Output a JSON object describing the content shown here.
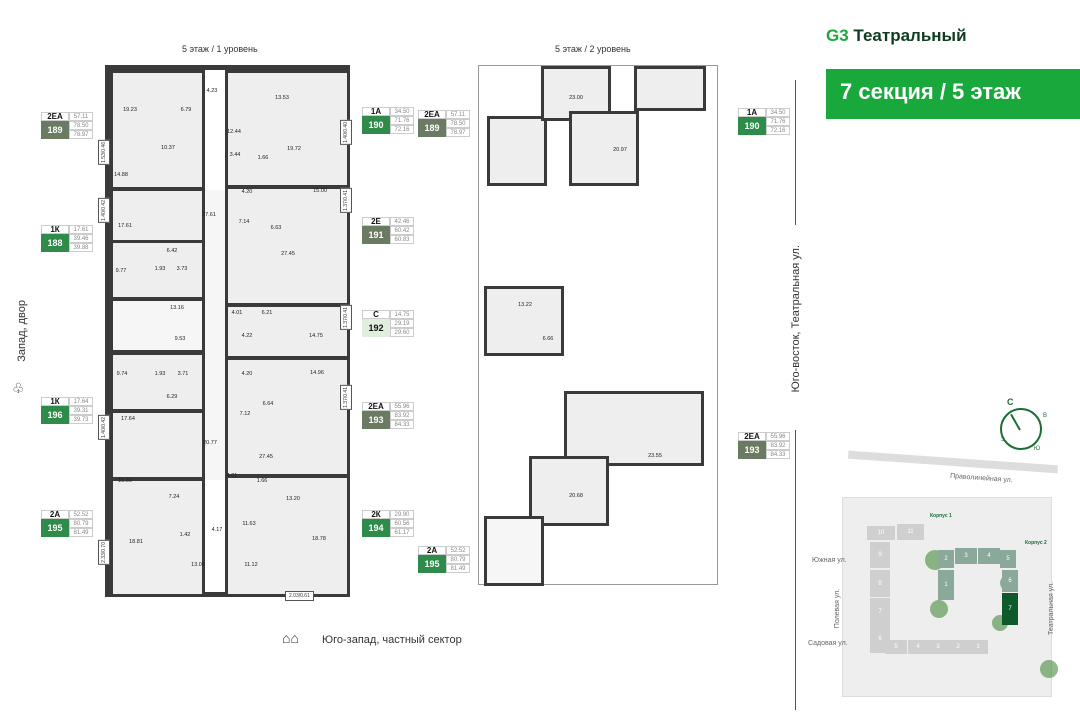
{
  "brand": {
    "logo_mark": "G3",
    "name": "Театральный"
  },
  "banner": "7 секция / 5 этаж",
  "levels": {
    "l1": "5 этаж / 1 уровень",
    "l2": "5 этаж / 2 уровень"
  },
  "orientation": {
    "west": "Запад, двор",
    "southeast": "Юго-восток, Театральная ул.",
    "southwest": "Юго-запад, частный сектор"
  },
  "compass": {
    "n": "С",
    "e": "В",
    "s": "Ю",
    "w": "З"
  },
  "apartments_left": [
    {
      "type": "2ЕА",
      "number": "189",
      "areas": [
        "57.11",
        "78.50",
        "78.97"
      ],
      "color": "olive"
    },
    {
      "type": "1К",
      "number": "188",
      "areas": [
        "17.61",
        "39.46",
        "39.88"
      ],
      "color": "green"
    },
    {
      "type": "1К",
      "number": "196",
      "areas": [
        "17.64",
        "39.31",
        "39.73"
      ],
      "color": "green"
    },
    {
      "type": "2А",
      "number": "195",
      "areas": [
        "52.52",
        "80.79",
        "81.49"
      ],
      "color": "green"
    }
  ],
  "apartments_mid": [
    {
      "type": "1А",
      "number": "190",
      "areas": [
        "34.50",
        "71.76",
        "72.16"
      ],
      "color": "green"
    },
    {
      "type": "2Е",
      "number": "191",
      "areas": [
        "42.46",
        "60.42",
        "60.83"
      ],
      "color": "olive"
    },
    {
      "type": "С",
      "number": "192",
      "areas": [
        "14.75",
        "29.19",
        "29.60"
      ],
      "color": "pale"
    },
    {
      "type": "2ЕА",
      "number": "193",
      "areas": [
        "55.96",
        "83.92",
        "84.33"
      ],
      "color": "olive"
    },
    {
      "type": "2К",
      "number": "194",
      "areas": [
        "29.90",
        "60.56",
        "61.17"
      ],
      "color": "green"
    }
  ],
  "apartments_l2": [
    {
      "type": "2ЕА",
      "number": "189",
      "areas": [
        "57.11",
        "78.50",
        "78.97"
      ],
      "color": "olive"
    },
    {
      "type": "2А",
      "number": "195",
      "areas": [
        "52.52",
        "80.79",
        "81.49"
      ],
      "color": "green"
    }
  ],
  "apartments_right": [
    {
      "type": "1А",
      "number": "190",
      "areas": [
        "34.50",
        "71.76",
        "72.16"
      ],
      "color": "green"
    },
    {
      "type": "2ЕА",
      "number": "193",
      "areas": [
        "55.96",
        "83.92",
        "84.33"
      ],
      "color": "olive"
    }
  ],
  "rooms_l1": [
    "19.23",
    "6.79",
    "4.23",
    "13.53",
    "10.37",
    "12.44",
    "19.72",
    "14.88",
    "3.44",
    "1.66",
    "4.20",
    "15.00",
    "27.61",
    "7.14",
    "6.63",
    "17.61",
    "27.45",
    "6.42",
    "9.77",
    "1.93",
    "3.73",
    "13.16",
    "4.01",
    "6.21",
    "14.75",
    "9.53",
    "4.22",
    "9.74",
    "1.93",
    "3.71",
    "4.20",
    "14.96",
    "6.29",
    "6.64",
    "17.64",
    "7.12",
    "20.77",
    "27.45",
    "15.60",
    "4.01",
    "1.66",
    "13.20",
    "7.24",
    "11.63",
    "4.17",
    "18.81",
    "1.42",
    "18.78",
    "13.03",
    "11.12"
  ],
  "rooms_l2": [
    "23.00",
    "20.97",
    "13.22",
    "6.66",
    "23.55",
    "20.68"
  ],
  "balconies": [
    "1.53/0.46",
    "1.40/0.42",
    "1.40/0.42",
    "2.33/0.70",
    "1.40/0.40",
    "1.37/0.41",
    "1.37/0.41",
    "1.37/0.41",
    "2.03/0.61"
  ],
  "map": {
    "streets": [
      "Праволинейная ул.",
      "Южная ул.",
      "Полевая ул.",
      "Садовая ул.",
      "Театральная ул."
    ],
    "korpus": [
      "Корпус 1",
      "Корпус 2"
    ],
    "blocks_k1": [
      "10",
      "11",
      "9",
      "8",
      "7",
      "6",
      "5",
      "4",
      "3",
      "2",
      "1"
    ],
    "blocks_k2": [
      "2",
      "3",
      "4",
      "5",
      "1",
      "6",
      "7"
    ]
  }
}
